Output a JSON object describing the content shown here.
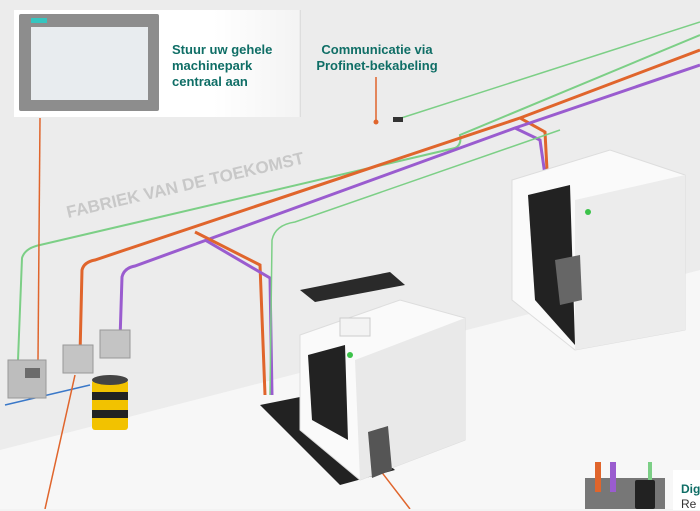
{
  "wall_label": "FABRIEK VAN DE TOEKOMST",
  "callouts": {
    "central_control": "Stuur uw gehele machinepark centraal aan",
    "profinet": "Communicatie via Profinet-bekabeling",
    "digital_title_partial": "Dig",
    "digital_sub_partial": "Re"
  },
  "colors": {
    "accent_text": "#0f6e66",
    "profinet_cable": "#7ccf86",
    "power_cable": "#e0652c",
    "data_cable": "#9a5ccf"
  }
}
